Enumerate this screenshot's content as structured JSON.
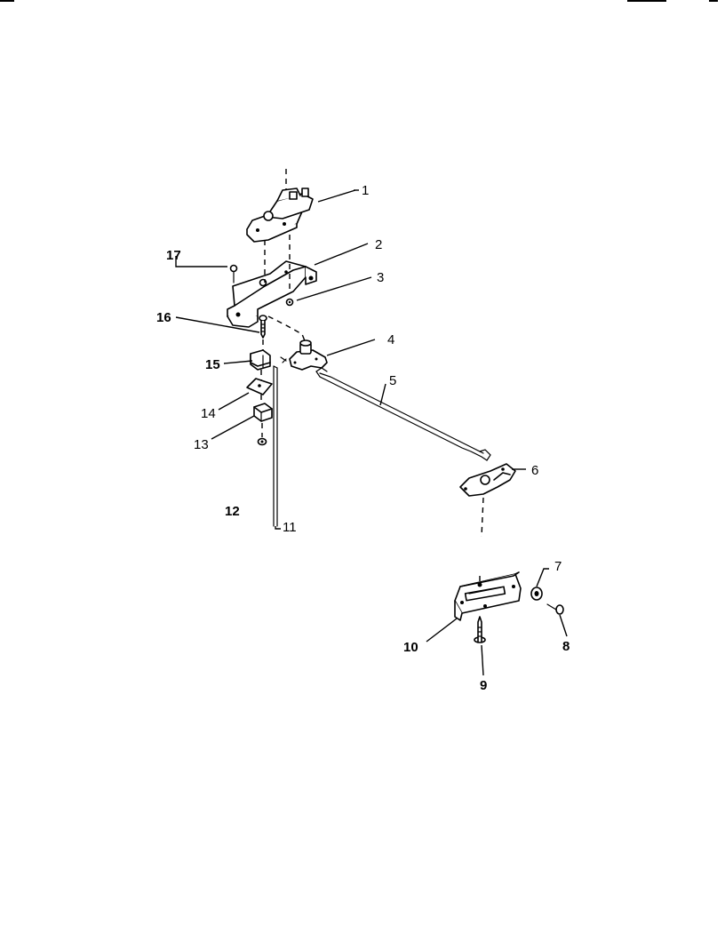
{
  "diagram": {
    "parts": [
      {
        "id": "part-1",
        "number": "1"
      },
      {
        "id": "part-2",
        "number": "2"
      },
      {
        "id": "part-3",
        "number": "3"
      },
      {
        "id": "part-4",
        "number": "4"
      },
      {
        "id": "part-5",
        "number": "5"
      },
      {
        "id": "part-6",
        "number": "6"
      },
      {
        "id": "part-7",
        "number": "7"
      },
      {
        "id": "part-8",
        "number": "8"
      },
      {
        "id": "part-9",
        "number": "9"
      },
      {
        "id": "part-10",
        "number": "10"
      },
      {
        "id": "part-11",
        "number": "11"
      },
      {
        "id": "part-12",
        "number": "12"
      },
      {
        "id": "part-13",
        "number": "13"
      },
      {
        "id": "part-14",
        "number": "14"
      },
      {
        "id": "part-15",
        "number": "15"
      },
      {
        "id": "part-16",
        "number": "16"
      },
      {
        "id": "part-17",
        "number": "17"
      }
    ],
    "line_color": "#000000",
    "background": "#ffffff"
  }
}
